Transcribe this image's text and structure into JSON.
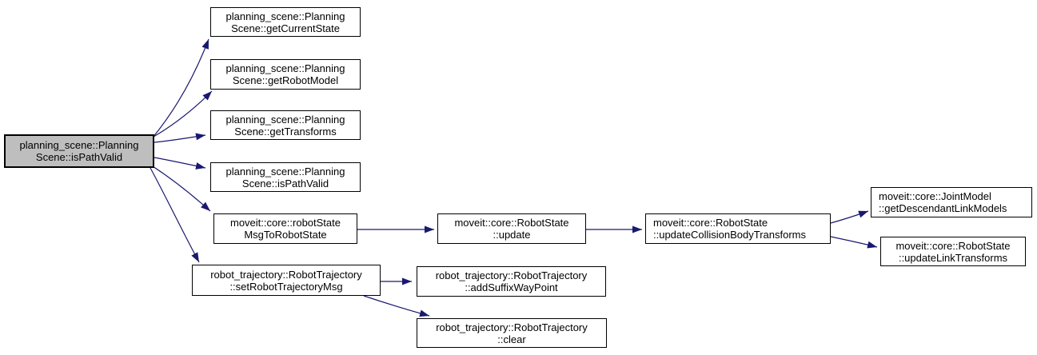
{
  "diagram": {
    "type": "call-graph",
    "background_color": "#ffffff",
    "edge_color": "#191970",
    "node_border_color": "#000000",
    "node_fill_color": "#ffffff",
    "root_fill_color": "#bebebe",
    "nodes": {
      "root": {
        "line1": "planning_scene::Planning",
        "line2": "Scene::isPathValid"
      },
      "getCurrentState": {
        "line1": "planning_scene::Planning",
        "line2": "Scene::getCurrentState"
      },
      "getRobotModel": {
        "line1": "planning_scene::Planning",
        "line2": "Scene::getRobotModel"
      },
      "getTransforms": {
        "line1": "planning_scene::Planning",
        "line2": "Scene::getTransforms"
      },
      "isPathValid2": {
        "line1": "planning_scene::Planning",
        "line2": "Scene::isPathValid"
      },
      "robotStateMsgToRobotState": {
        "line1": "moveit::core::robotState",
        "line2": "MsgToRobotState"
      },
      "setRobotTrajectoryMsg": {
        "line1": "robot_trajectory::RobotTrajectory",
        "line2": "::setRobotTrajectoryMsg"
      },
      "update": {
        "line1": "moveit::core::RobotState",
        "line2": "::update"
      },
      "addSuffixWayPoint": {
        "line1": "robot_trajectory::RobotTrajectory",
        "line2": "::addSuffixWayPoint"
      },
      "clear": {
        "line1": "robot_trajectory::RobotTrajectory",
        "line2": "::clear"
      },
      "updateCollisionBodyTransforms": {
        "line1": "moveit::core::RobotState",
        "line2": "::updateCollisionBodyTransforms"
      },
      "getDescendantLinkModels": {
        "line1": "moveit::core::JointModel",
        "line2": "::getDescendantLinkModels"
      },
      "updateLinkTransforms": {
        "line1": "moveit::core::RobotState",
        "line2": "::updateLinkTransforms"
      }
    },
    "edges": [
      {
        "from": "root",
        "to": "getCurrentState"
      },
      {
        "from": "root",
        "to": "getRobotModel"
      },
      {
        "from": "root",
        "to": "getTransforms"
      },
      {
        "from": "root",
        "to": "isPathValid2"
      },
      {
        "from": "root",
        "to": "robotStateMsgToRobotState"
      },
      {
        "from": "root",
        "to": "setRobotTrajectoryMsg"
      },
      {
        "from": "robotStateMsgToRobotState",
        "to": "update"
      },
      {
        "from": "update",
        "to": "updateCollisionBodyTransforms"
      },
      {
        "from": "updateCollisionBodyTransforms",
        "to": "getDescendantLinkModels"
      },
      {
        "from": "updateCollisionBodyTransforms",
        "to": "updateLinkTransforms"
      },
      {
        "from": "setRobotTrajectoryMsg",
        "to": "addSuffixWayPoint"
      },
      {
        "from": "setRobotTrajectoryMsg",
        "to": "clear"
      }
    ]
  }
}
